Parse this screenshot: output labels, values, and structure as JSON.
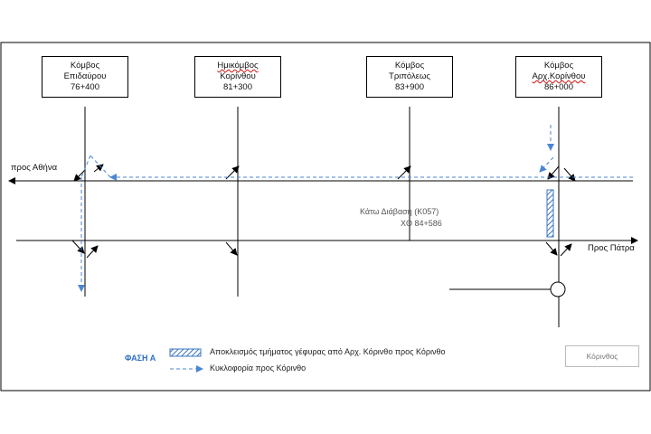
{
  "nodes": [
    {
      "id": "epidavrou",
      "line1": "Κόμβος",
      "line2": "Επιδαύρου",
      "line3": "76+400"
    },
    {
      "id": "korinthou",
      "line1": "Ημικόμβος",
      "line2": "Κορίνθου",
      "line3": "81+300"
    },
    {
      "id": "tripoleos",
      "line1": "Κόμβος",
      "line2": "Τριπόλεως",
      "line3": "83+900"
    },
    {
      "id": "arx-korinthou",
      "line1": "Κόμβος",
      "line2": "Αρχ.Κορίνθου",
      "line3": "86+000"
    }
  ],
  "directions": {
    "athens": "προς Αθήνα",
    "patra": "Προς Πάτρα"
  },
  "underpass": {
    "line1": "Κάτω Διάβαση (Κ057)",
    "line2": "ΧΘ 84+586"
  },
  "legend": {
    "phase": "ΦΑΣΗ Α",
    "closure": "Αποκλεισμός τμήματος γέφυρας από Αρχ. Κόρινθο προς Κόρινθο",
    "traffic": "Κυκλοφορία προς Κόρινθο"
  },
  "destination_box": "Κόρινθος",
  "colors": {
    "traffic_arrow": "#4a86d4",
    "phase_label": "#2f6fbf",
    "closure_hatch": "#3a74c0",
    "road": "#000000"
  }
}
